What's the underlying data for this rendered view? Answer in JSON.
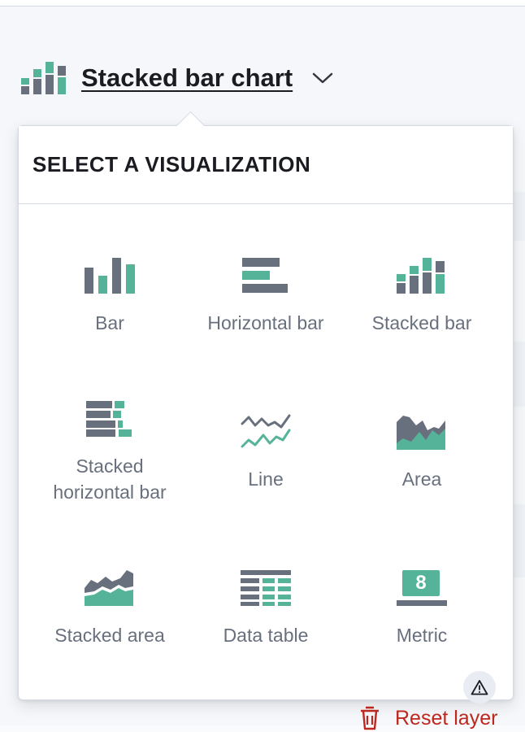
{
  "colors": {
    "accent": "#54b399",
    "icon_dark": "#69707d",
    "danger": "#bd271e"
  },
  "switcher": {
    "label": "Stacked bar chart",
    "icon": "stacked-bar-chart-icon"
  },
  "popover": {
    "title": "SELECT A VISUALIZATION",
    "options": [
      {
        "label": "Bar",
        "icon": "bar-chart-icon"
      },
      {
        "label": "Horizontal bar",
        "icon": "horizontal-bar-chart-icon"
      },
      {
        "label": "Stacked bar",
        "icon": "stacked-bar-chart-icon"
      },
      {
        "label": "Stacked\nhorizontal bar",
        "icon": "stacked-horizontal-bar-chart-icon"
      },
      {
        "label": "Line",
        "icon": "line-chart-icon"
      },
      {
        "label": "Area",
        "icon": "area-chart-icon"
      },
      {
        "label": "Stacked area",
        "icon": "stacked-area-chart-icon"
      },
      {
        "label": "Data table",
        "icon": "data-table-icon"
      },
      {
        "label": "Metric",
        "icon": "metric-icon",
        "metric_value": "8",
        "warning": true
      }
    ]
  },
  "reset": {
    "label": "Reset layer",
    "icon": "trash-icon"
  }
}
